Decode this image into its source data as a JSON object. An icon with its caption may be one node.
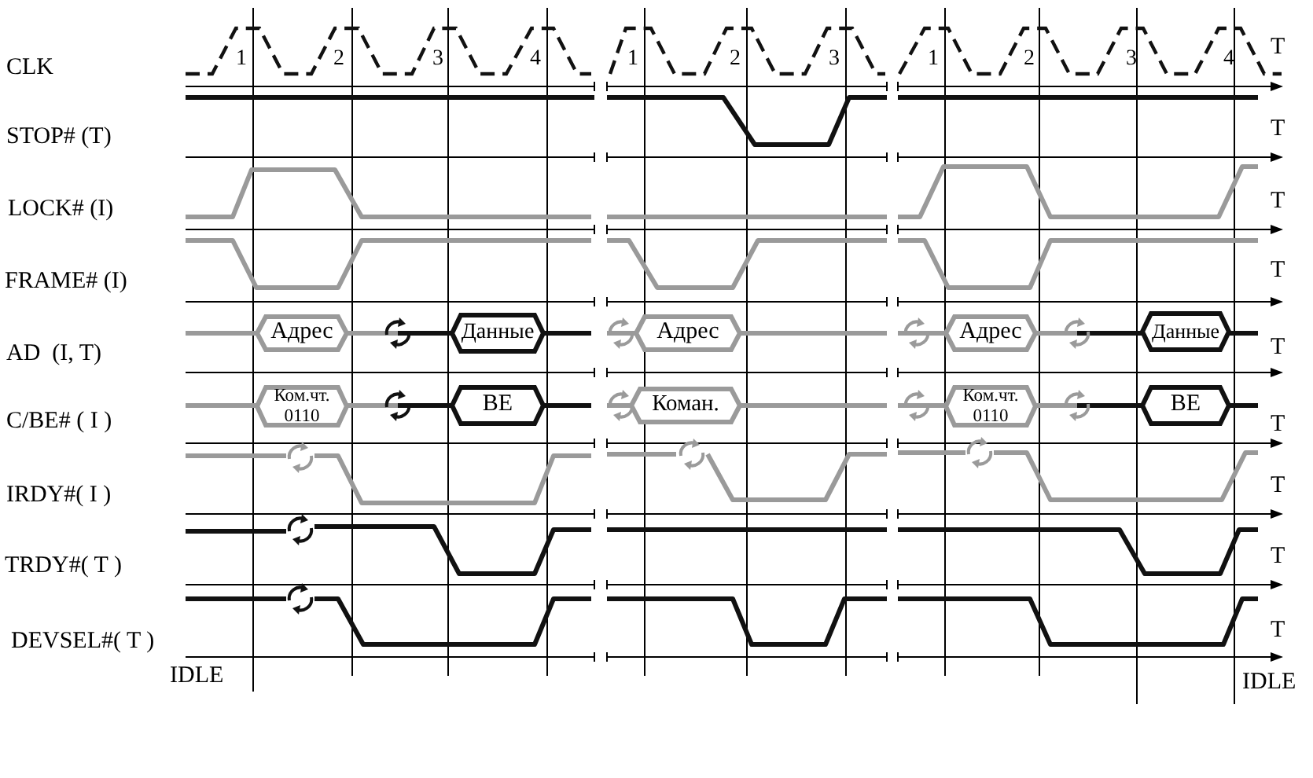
{
  "diagram": {
    "nodes": [
      {
        "text": [
          "Адрес"
        ]
      },
      {
        "text": [
          "Данные"
        ]
      },
      {
        "text": [
          "Адрес"
        ]
      },
      {
        "text": [
          "Адрес"
        ]
      },
      {
        "text": [
          "Данные"
        ]
      },
      {
        "text": [
          "Ком.чт. 0110"
        ]
      },
      {
        "text": [
          "BE"
        ]
      },
      {
        "text": [
          "Коман."
        ]
      },
      {
        "text": [
          "Ком.чт. 0110"
        ]
      },
      {
        "text": [
          "BE"
        ]
      }
    ],
    "labels": [
      "1",
      "2",
      "3",
      "4",
      "1",
      "2",
      "3",
      "1",
      "2",
      "3",
      "4",
      "T",
      "CLK",
      "STOP# (T)",
      "T",
      "LOCK# (I)",
      "T",
      "FRAME# (I)",
      "T",
      "AD  (I, T)",
      "T",
      "C/BE# ( I )",
      "T",
      "IRDY#( I )",
      "T",
      "TRDY#( T )",
      "T",
      "DEVSEL#( T )",
      "T",
      "IDLE",
      "IDLE"
    ]
  }
}
